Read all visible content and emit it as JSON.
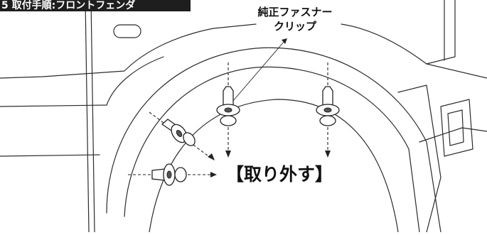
{
  "header": {
    "title": "5 取付手順:フロントフェンダ"
  },
  "callout": {
    "line1": "純正ファスナー",
    "line2": "クリップ"
  },
  "action": {
    "label": "【取り外す】"
  },
  "icons": {
    "clip_top_left": "fastener-clip-icon",
    "clip_top_right": "fastener-clip-icon",
    "clip_side_upper": "fastener-clip-icon",
    "clip_side_lower": "fastener-clip-icon"
  }
}
